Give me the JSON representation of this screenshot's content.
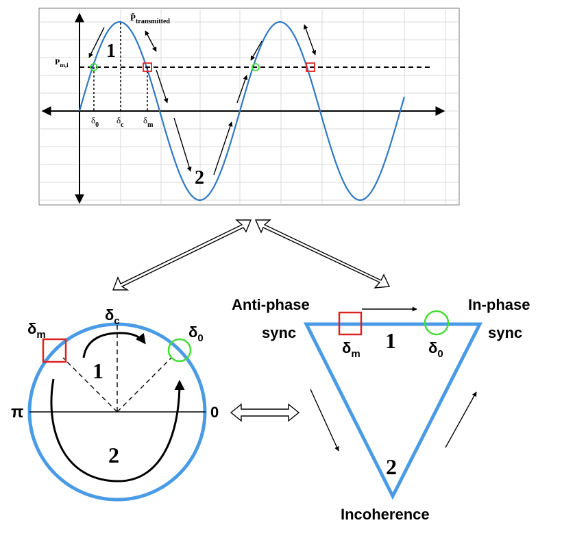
{
  "colors": {
    "sine": "#2f78c4",
    "circle": "#4a9be6",
    "triangle": "#4a9be6",
    "green_marker": "#33dd33",
    "red_marker": "#dd2222",
    "ink": "#000000",
    "grid": "#d9d9d9"
  },
  "plot": {
    "p_mi_label": "P",
    "p_mi_sub": "m,i",
    "p_hat_label": "P̂",
    "p_hat_sub": "transmitted",
    "delta0_label": "δ",
    "delta0_sub": "0",
    "deltac_label": "δ",
    "deltac_sub": "c",
    "deltam_label": "δ",
    "deltam_sub": "m",
    "region1": "1",
    "region2": "2"
  },
  "circle": {
    "delta_c": "δ",
    "delta_c_sub": "c",
    "delta_m": "δ",
    "delta_m_sub": "m",
    "delta_0": "δ",
    "delta_0_sub": "0",
    "pi_label": "π",
    "zero_label": "0",
    "region1": "1",
    "region2": "2"
  },
  "triangle": {
    "anti_phase_line1": "Anti-phase",
    "anti_phase_line2": "sync",
    "in_phase_line1": "In-phase",
    "in_phase_line2": "sync",
    "delta_m": "δ",
    "delta_m_sub": "m",
    "delta_0": "δ",
    "delta_0_sub": "0",
    "region1": "1",
    "region2": "2",
    "bottom_label": "Incoherence"
  }
}
